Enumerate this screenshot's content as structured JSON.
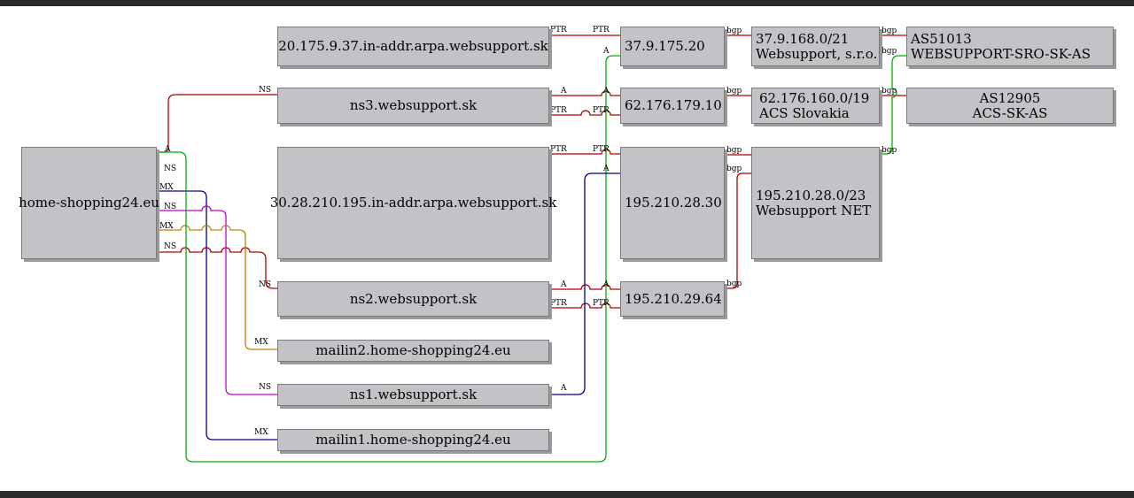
{
  "nodes": {
    "domain": "home-shopping24.eu",
    "ptr1": "20.175.9.37.in-addr.arpa.websupport.sk",
    "ns3": "ns3.websupport.sk",
    "ptr2": "30.28.210.195.in-addr.arpa.websupport.sk",
    "ns2": "ns2.websupport.sk",
    "mailin2": "mailin2.home-shopping24.eu",
    "ns1": "ns1.websupport.sk",
    "mailin1": "mailin1.home-shopping24.eu",
    "ip1": "37.9.175.20",
    "ip2": "62.176.179.10",
    "ip3": "195.210.28.30",
    "ip4": "195.210.29.64",
    "net1_line1": "37.9.168.0/21",
    "net1_line2": "Websupport, s.r.o.",
    "net2_line1": "62.176.160.0/19",
    "net2_line2": "ACS Slovakia",
    "net3_line1": "195.210.28.0/23",
    "net3_line2": "Websupport NET",
    "as1_line1": "AS51013",
    "as1_line2": "WEBSUPPORT-SRO-SK-AS",
    "as2_line1": "AS12905",
    "as2_line2": "ACS-SK-AS"
  },
  "edge_labels": {
    "a": "A",
    "ns": "NS",
    "mx": "MX",
    "ptr": "PTR",
    "bgp": "bgp"
  },
  "colors": {
    "red": "#b00000",
    "green": "#00b000",
    "navy": "#000080",
    "magenta": "#c000c0",
    "orange": "#c08000",
    "node_fill": "#c3c2c6"
  }
}
